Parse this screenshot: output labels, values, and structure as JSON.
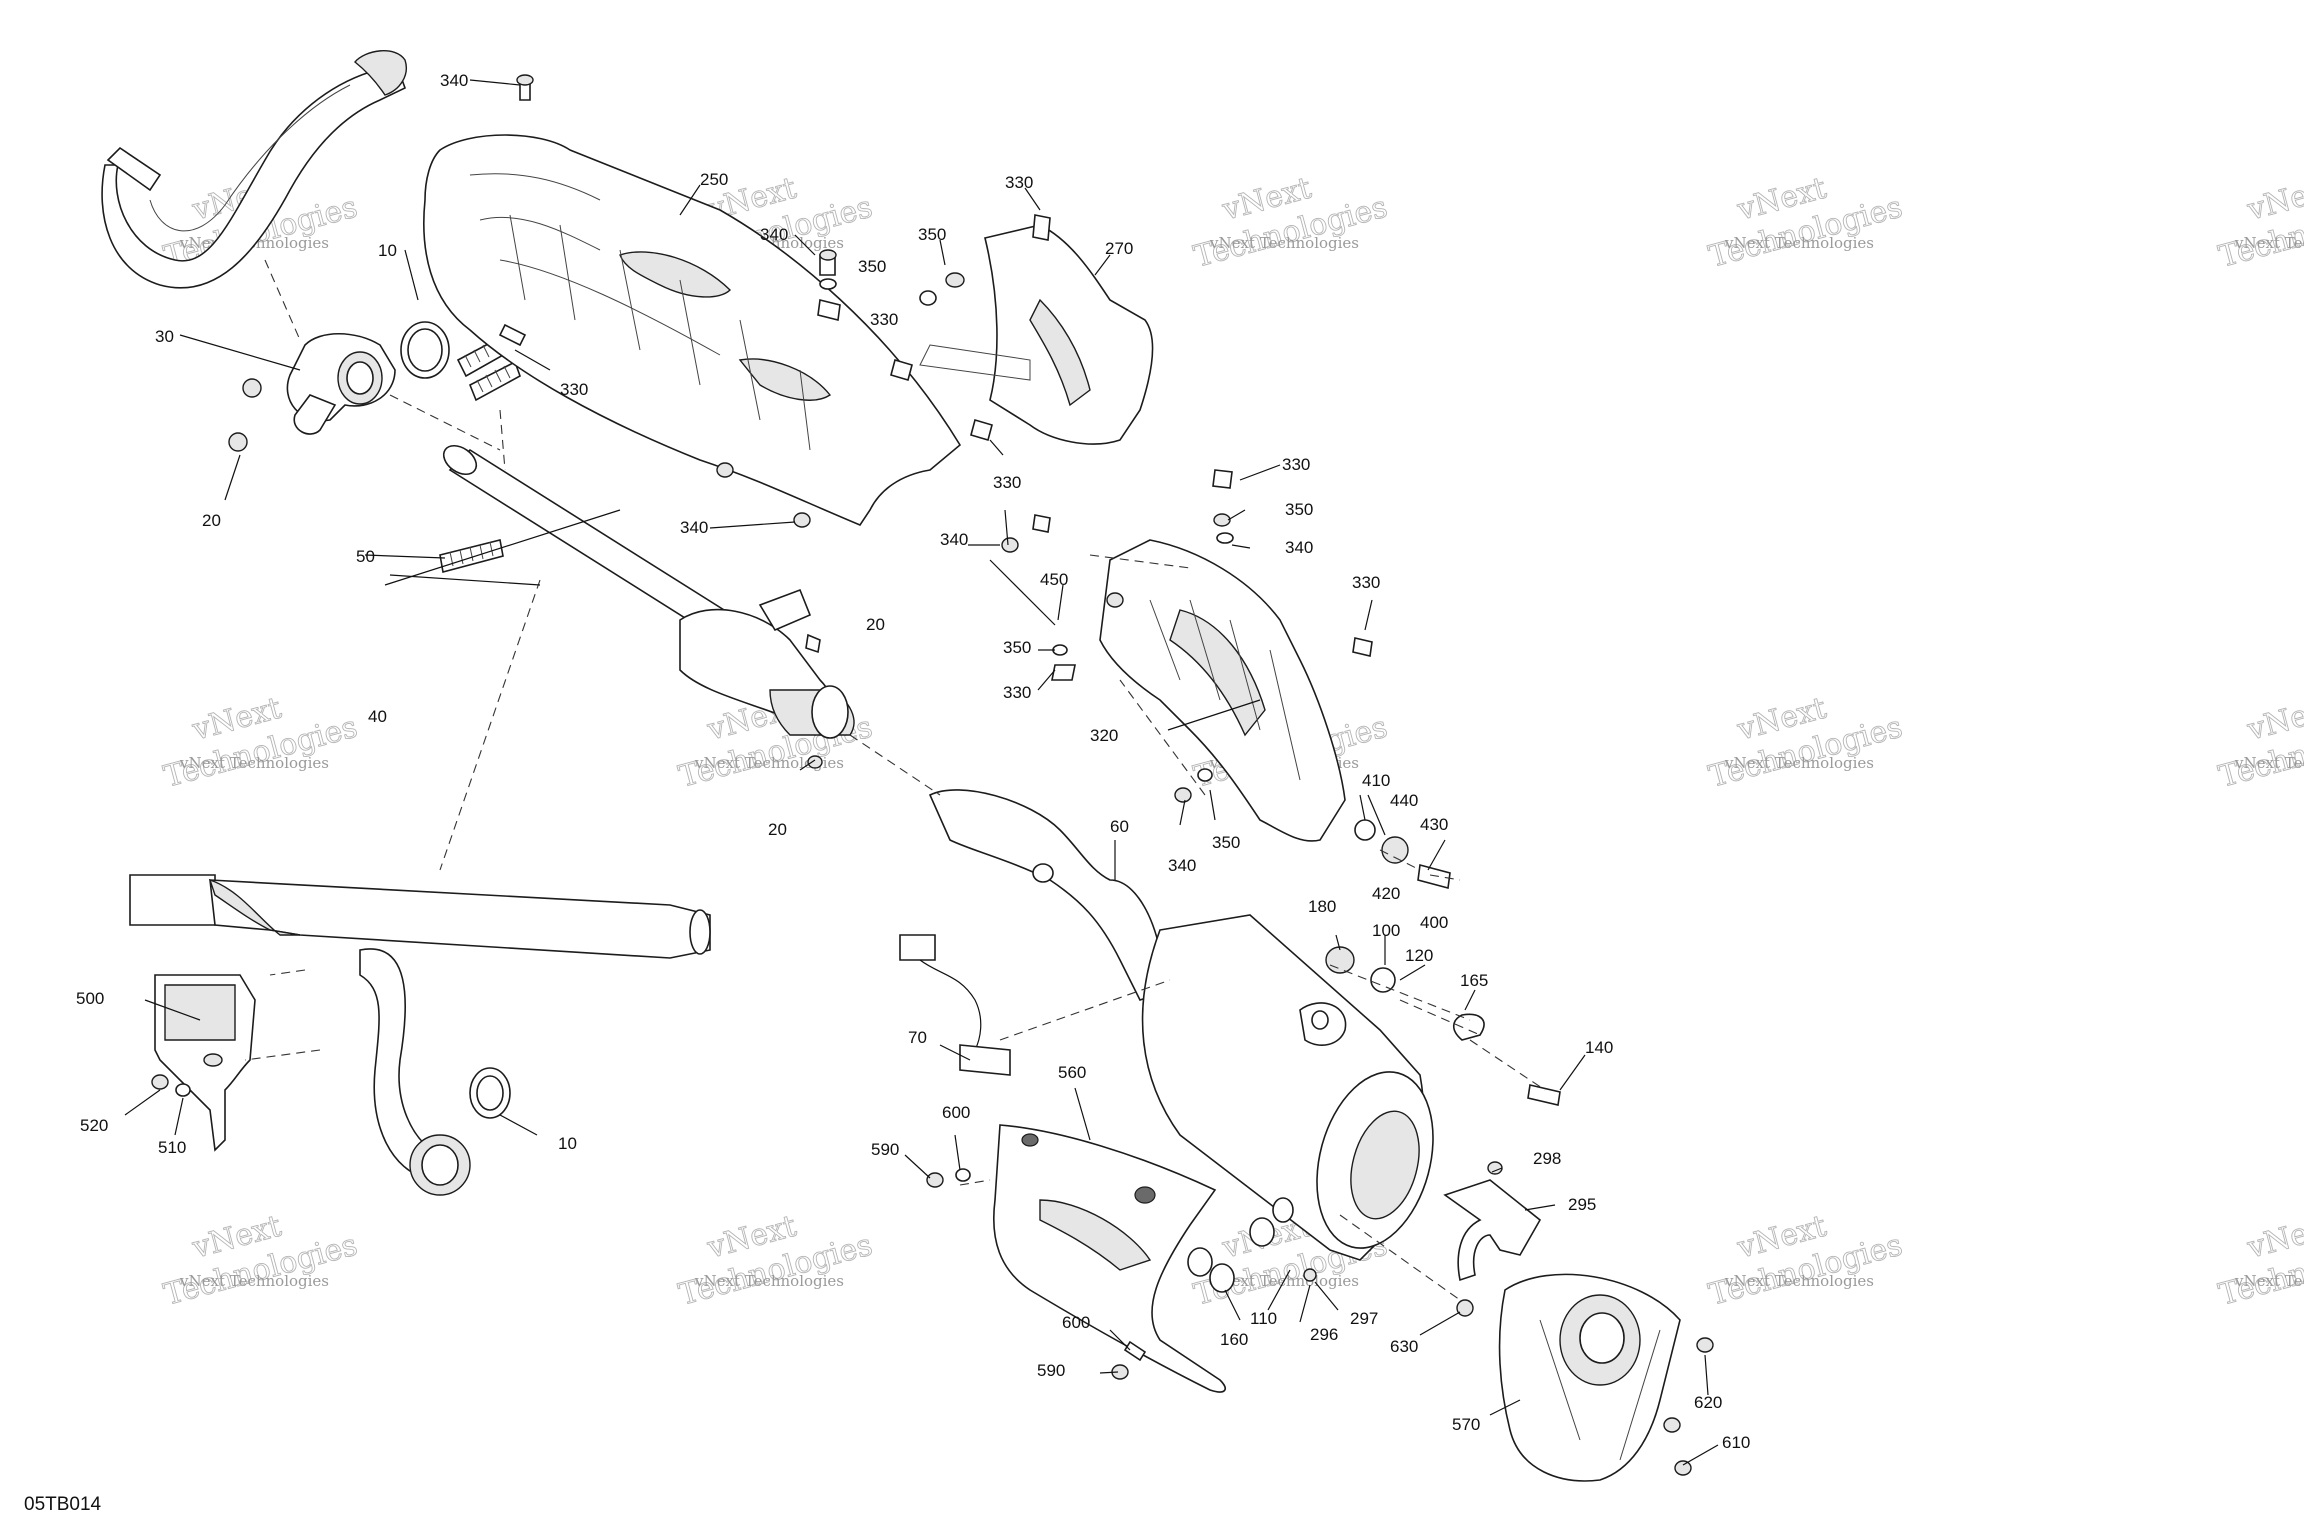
{
  "diagram_code": "05TB014",
  "watermark": {
    "company": "vNext Technologies",
    "brand_line1": "vNext",
    "brand_line2": "Technologies"
  },
  "callouts": [
    {
      "id": "c340a",
      "text": "340"
    },
    {
      "id": "c250",
      "text": "250"
    },
    {
      "id": "c340b",
      "text": "340"
    },
    {
      "id": "c350a",
      "text": "350"
    },
    {
      "id": "c330a",
      "text": "330"
    },
    {
      "id": "c330b",
      "text": "330"
    },
    {
      "id": "c350b",
      "text": "350"
    },
    {
      "id": "c270",
      "text": "270"
    },
    {
      "id": "c10a",
      "text": "10"
    },
    {
      "id": "c30",
      "text": "30"
    },
    {
      "id": "c330c",
      "text": "330"
    },
    {
      "id": "c20a",
      "text": "20"
    },
    {
      "id": "c50",
      "text": "50"
    },
    {
      "id": "c330d",
      "text": "330"
    },
    {
      "id": "c340c",
      "text": "340"
    },
    {
      "id": "c330e",
      "text": "330"
    },
    {
      "id": "c350c",
      "text": "350"
    },
    {
      "id": "c340d",
      "text": "340"
    },
    {
      "id": "c340e",
      "text": "340"
    },
    {
      "id": "c450",
      "text": "450"
    },
    {
      "id": "c330f",
      "text": "330"
    },
    {
      "id": "c350d",
      "text": "350"
    },
    {
      "id": "c330g",
      "text": "330"
    },
    {
      "id": "c20b",
      "text": "20"
    },
    {
      "id": "c320",
      "text": "320"
    },
    {
      "id": "c40",
      "text": "40"
    },
    {
      "id": "c20c",
      "text": "20"
    },
    {
      "id": "c410",
      "text": "410"
    },
    {
      "id": "c440",
      "text": "440"
    },
    {
      "id": "c430",
      "text": "430"
    },
    {
      "id": "c420",
      "text": "420"
    },
    {
      "id": "c400",
      "text": "400"
    },
    {
      "id": "c340f",
      "text": "340"
    },
    {
      "id": "c350e",
      "text": "350"
    },
    {
      "id": "c60",
      "text": "60"
    },
    {
      "id": "c180",
      "text": "180"
    },
    {
      "id": "c100",
      "text": "100"
    },
    {
      "id": "c120",
      "text": "120"
    },
    {
      "id": "c165",
      "text": "165"
    },
    {
      "id": "c140",
      "text": "140"
    },
    {
      "id": "c500",
      "text": "500"
    },
    {
      "id": "c70",
      "text": "70"
    },
    {
      "id": "c560",
      "text": "560"
    },
    {
      "id": "c520",
      "text": "520"
    },
    {
      "id": "c510",
      "text": "510"
    },
    {
      "id": "c10b",
      "text": "10"
    },
    {
      "id": "c600a",
      "text": "600"
    },
    {
      "id": "c590a",
      "text": "590"
    },
    {
      "id": "c298",
      "text": "298"
    },
    {
      "id": "c295",
      "text": "295"
    },
    {
      "id": "c110",
      "text": "110"
    },
    {
      "id": "c297",
      "text": "297"
    },
    {
      "id": "c296",
      "text": "296"
    },
    {
      "id": "c160",
      "text": "160"
    },
    {
      "id": "c630",
      "text": "630"
    },
    {
      "id": "c600b",
      "text": "600"
    },
    {
      "id": "c590b",
      "text": "590"
    },
    {
      "id": "c620",
      "text": "620"
    },
    {
      "id": "c570",
      "text": "570"
    },
    {
      "id": "c610",
      "text": "610"
    }
  ]
}
